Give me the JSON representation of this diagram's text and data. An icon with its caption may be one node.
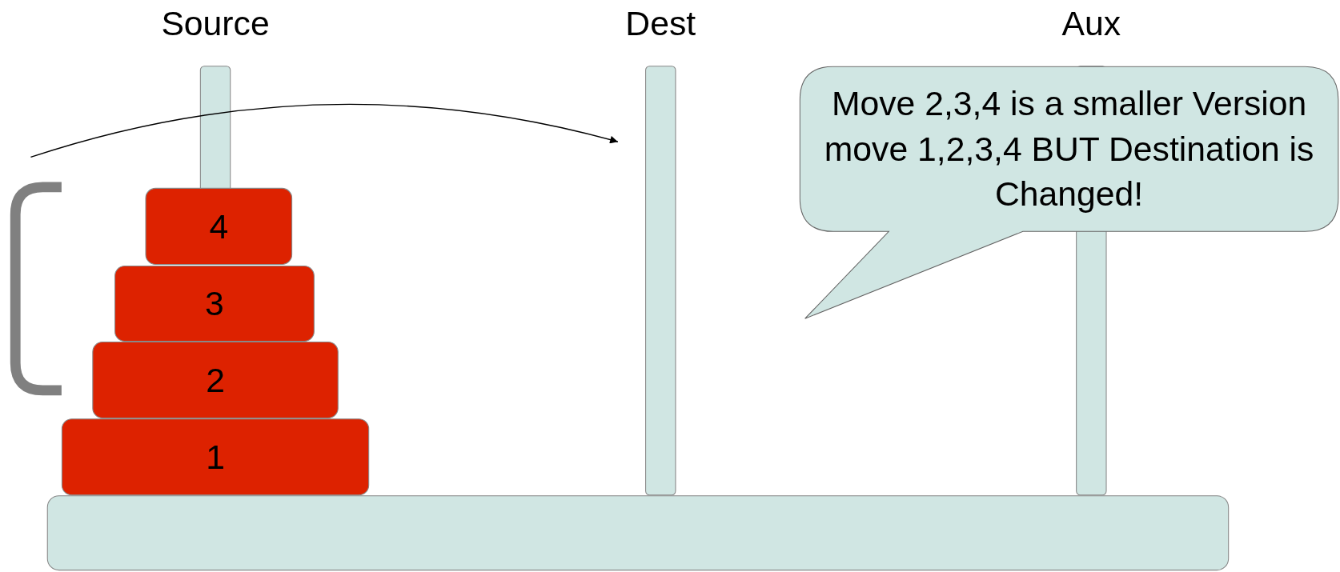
{
  "diagram": {
    "nodes": [
      {
        "text": [
          "Source"
        ]
      },
      {
        "text": [
          "Dest"
        ]
      },
      {
        "text": [
          "Aux"
        ]
      },
      {
        "text": [
          "Move 2,3,4 is a smaller Version move 1,2,3,4 BUT Destination is Changed!"
        ]
      },
      {
        "text": [
          "4"
        ]
      },
      {
        "text": [
          "3"
        ]
      },
      {
        "text": [
          "2"
        ]
      },
      {
        "text": [
          "1"
        ]
      },
      {
        "text": [],
        "shape": "bar"
      }
    ],
    "edges": [
      {
        "from": null,
        "to": 1,
        "arrow": "to"
      }
    ]
  }
}
